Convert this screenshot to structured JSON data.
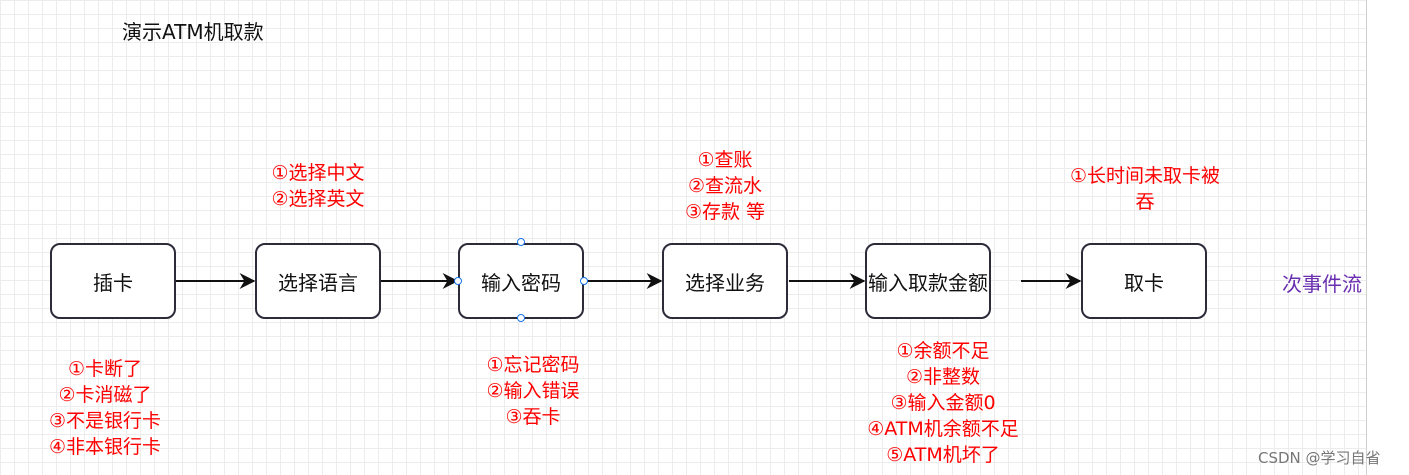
{
  "title": "演示ATM机取款",
  "nodes": [
    {
      "label": "插卡"
    },
    {
      "label": "选择语言"
    },
    {
      "label": "输入密码"
    },
    {
      "label": "选择业务"
    },
    {
      "label": "输入取款金额"
    },
    {
      "label": "取卡"
    }
  ],
  "top_notes": {
    "language": [
      "①选择中文",
      "②选择英文"
    ],
    "business": [
      "①查账",
      "②查流水",
      "③存款 等"
    ],
    "take_card": [
      "①长时间未取卡被",
      "吞"
    ]
  },
  "bottom_notes": {
    "insert_card": [
      "①卡断了",
      "②卡消磁了",
      "③不是银行卡",
      "④非本银行卡"
    ],
    "password": [
      "①忘记密码",
      "②输入错误",
      "③吞卡"
    ],
    "amount": [
      "①余额不足",
      "②非整数",
      "③输入金额0",
      "④ATM机余额不足",
      "⑤ATM机坏了"
    ]
  },
  "side_label": "次事件流",
  "watermark": "CSDN @学习自省",
  "colors": {
    "note": "#ff0000",
    "side_label": "#6a2fb0",
    "node_border": "#2b2b3a",
    "handle": "#1a73e8"
  }
}
